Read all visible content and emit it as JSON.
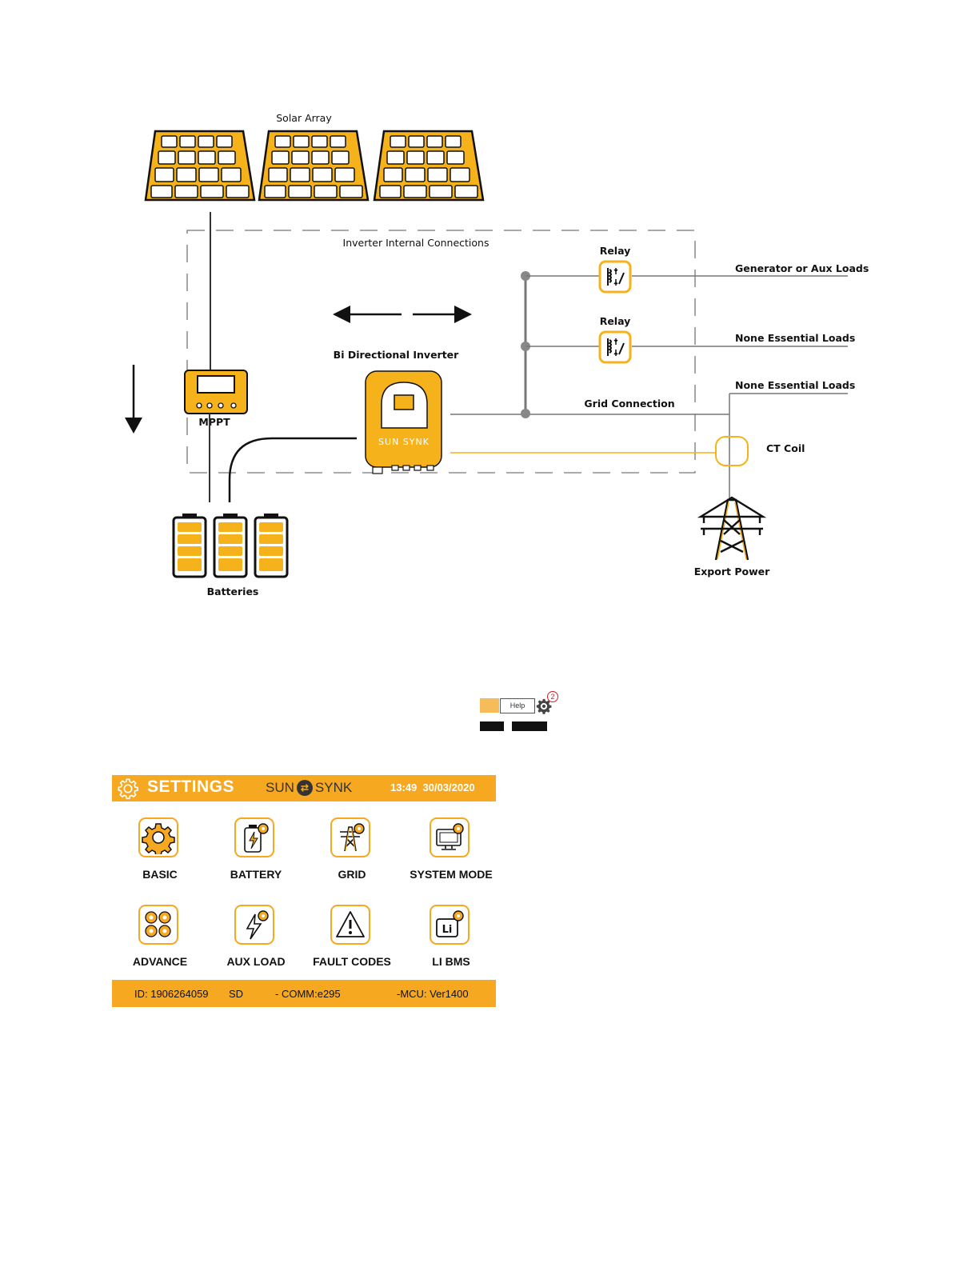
{
  "diagram": {
    "solar_array_label": "Solar Array",
    "internal_connections_label": "Inverter Internal Connections",
    "relay_label_1": "Relay",
    "relay_label_2": "Relay",
    "output_1_label": "Generator or Aux Loads",
    "output_2_label": "None Essential Loads",
    "output_3_label": "None Essential Loads",
    "grid_connection_label": "Grid Connection",
    "inverter_label": "Bi Directional Inverter",
    "inverter_brand": "SUN SYNK",
    "mppt_label": "MPPT",
    "ct_coil_label": "CT Coil",
    "export_power_label": "Export Power",
    "batteries_label": "Batteries"
  },
  "help_widget": {
    "help_label": "Help",
    "badge": "2"
  },
  "settings": {
    "title": "SETTINGS",
    "brand_left": "SUN",
    "brand_right": "SYNK",
    "time": "13:49",
    "date": "30/03/2020",
    "tiles": [
      {
        "label": "BASIC",
        "icon": "gear-icon"
      },
      {
        "label": "BATTERY",
        "icon": "battery-gear-icon"
      },
      {
        "label": "GRID",
        "icon": "pylon-gear-icon"
      },
      {
        "label": "SYSTEM MODE",
        "icon": "monitor-gear-icon"
      },
      {
        "label": "ADVANCE",
        "icon": "multi-gear-icon"
      },
      {
        "label": "AUX LOAD",
        "icon": "bolt-gear-icon"
      },
      {
        "label": "FAULT CODES",
        "icon": "warning-icon"
      },
      {
        "label": "LI BMS",
        "icon": "li-battery-gear-icon"
      }
    ],
    "footer": {
      "id": "ID: 1906264059",
      "sd": "SD",
      "comm": "- COMM:e295",
      "mcu": "-MCU: Ver1400"
    },
    "accent_color": "#f6a820"
  }
}
